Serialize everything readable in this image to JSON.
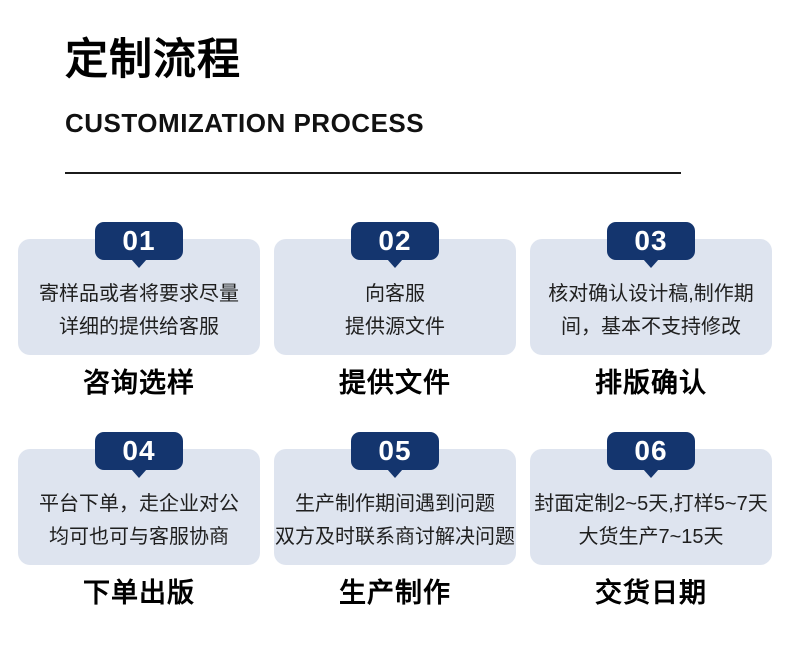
{
  "header": {
    "title": "定制流程",
    "subtitle": "CUSTOMIZATION PROCESS"
  },
  "colors": {
    "badge_navy": "#14356E",
    "card_background": "#DEE4EF",
    "divider": "#1B1B1B"
  },
  "steps": [
    {
      "number": "01",
      "lines": [
        "寄样品或者将要求尽量",
        "详细的提供给客服"
      ],
      "title": "咨询选样"
    },
    {
      "number": "02",
      "lines": [
        "向客服",
        "提供源文件"
      ],
      "title": "提供文件"
    },
    {
      "number": "03",
      "lines": [
        "核对确认设计稿,制作期",
        "间，基本不支持修改"
      ],
      "title": "排版确认"
    },
    {
      "number": "04",
      "lines": [
        "平台下单，走企业对公",
        "均可也可与客服协商"
      ],
      "title": "下单出版"
    },
    {
      "number": "05",
      "lines": [
        "生产制作期间遇到问题",
        "双方及时联系商讨解决问题"
      ],
      "title": "生产制作"
    },
    {
      "number": "06",
      "lines": [
        "封面定制2~5天,打样5~7天",
        "大货生产7~15天"
      ],
      "title": "交货日期"
    }
  ]
}
